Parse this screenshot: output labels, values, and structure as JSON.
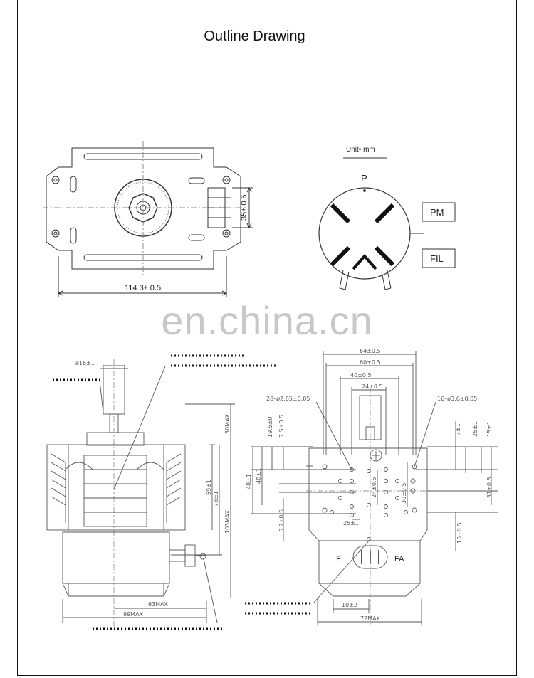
{
  "title": "Outline Drawing",
  "watermark": "en.china.cn",
  "top_view": {
    "width_dim": "114.3± 0.5",
    "height_dim": "35± 0.5"
  },
  "terminal_diagram": {
    "unit": "Unit• mm",
    "p_label": "P",
    "pm_label": "PM",
    "fil_label": "FIL"
  },
  "side_view": {
    "dia": "ø16±1",
    "dims_v": [
      "30MAX",
      "59±1",
      "78±1",
      "103MAX"
    ],
    "dims_h": [
      "63MAX",
      "99MAX"
    ]
  },
  "front_view": {
    "dims_top": [
      "64±0.5",
      "60±0.5",
      "40±0.5",
      "24±0.5"
    ],
    "holes_left": "28–ø2.65±0.05",
    "holes_right": "16–ø3.6±0.05",
    "dims_left": [
      "19.5±0",
      "7.5±0.5",
      "48±1",
      "40±1",
      "5.7±0.5"
    ],
    "dims_center": [
      "24±0.5",
      "25±1"
    ],
    "dims_right": [
      "7±1",
      "25±1",
      "15±1",
      "30±0.5",
      "31±0.5",
      "15±0.5"
    ],
    "dims_bottom": [
      "10±2",
      "72MAX"
    ],
    "f_label": "F",
    "fa_label": "FA"
  }
}
